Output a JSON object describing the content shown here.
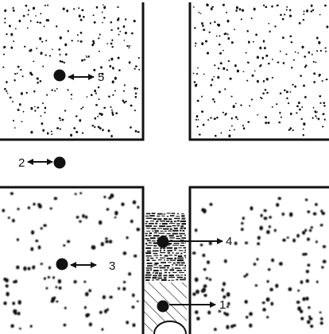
{
  "colors": {
    "background": "#ffffff",
    "wall": "#111111",
    "particle": "#111111",
    "hatch": "#111111"
  },
  "regions": [
    {
      "id": "upper-left-chamber",
      "pattern": "fine-dots"
    },
    {
      "id": "upper-right-chamber",
      "pattern": "fine-dots"
    },
    {
      "id": "lower-left-chamber",
      "pattern": "blurred-dots"
    },
    {
      "id": "lower-right-chamber",
      "pattern": "blurred-dots"
    },
    {
      "id": "pore-fill-upper",
      "pattern": "dense-scribble"
    },
    {
      "id": "pore-fill-lower",
      "pattern": "diagonal-hatch"
    }
  ],
  "labels": {
    "l1": "1",
    "l2": "2",
    "l3": "3",
    "l4": "4",
    "l5": "5"
  }
}
